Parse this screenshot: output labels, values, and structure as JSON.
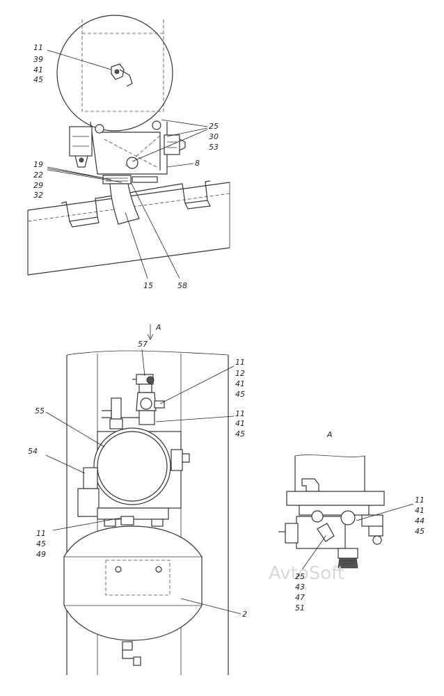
{
  "view_label": "A",
  "watermark": "AvtoSoft",
  "top_view": {
    "callouts": [
      {
        "id": "c-top-1",
        "lines": [
          "11",
          "39",
          "41",
          "45"
        ]
      },
      {
        "id": "c-top-2",
        "lines": [
          "25",
          "30",
          "53"
        ]
      },
      {
        "id": "c-top-3",
        "lines": [
          "8"
        ]
      },
      {
        "id": "c-top-4",
        "lines": [
          "19",
          "22",
          "29",
          "32"
        ]
      },
      {
        "id": "c-top-5",
        "lines": [
          "15"
        ]
      },
      {
        "id": "c-top-6",
        "lines": [
          "58"
        ]
      }
    ]
  },
  "main_view": {
    "arrow_label": "A",
    "callouts": [
      {
        "id": "c-main-1",
        "lines": [
          "57"
        ]
      },
      {
        "id": "c-main-2",
        "lines": [
          "11",
          "12",
          "41",
          "45"
        ]
      },
      {
        "id": "c-main-3",
        "lines": [
          "11",
          "41",
          "45"
        ]
      },
      {
        "id": "c-main-4",
        "lines": [
          "55"
        ]
      },
      {
        "id": "c-main-5",
        "lines": [
          "54"
        ]
      },
      {
        "id": "c-main-6",
        "lines": [
          "11",
          "45",
          "49"
        ]
      },
      {
        "id": "c-main-7",
        "lines": [
          "2"
        ]
      }
    ]
  },
  "detail_view": {
    "title": "A",
    "callouts": [
      {
        "id": "c-det-1",
        "lines": [
          "11",
          "41",
          "44",
          "45"
        ]
      },
      {
        "id": "c-det-2",
        "lines": [
          "25",
          "43",
          "47",
          "51"
        ]
      }
    ]
  }
}
